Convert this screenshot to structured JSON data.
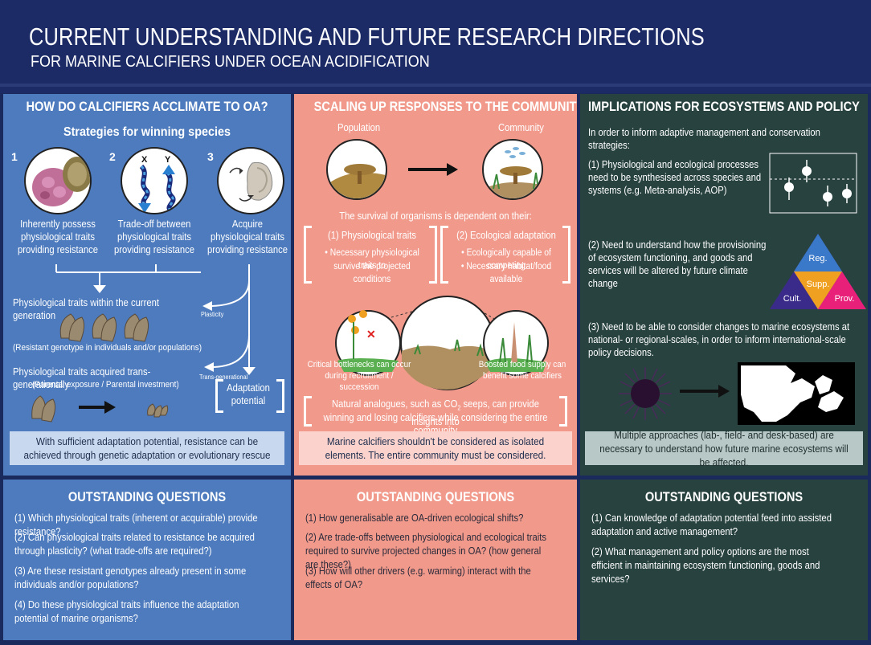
{
  "header": {
    "title": "CURRENT UNDERSTANDING AND FUTURE RESEARCH DIRECTIONS",
    "subtitle": "FOR MARINE CALCIFIERS UNDER OCEAN ACIDIFICATION"
  },
  "panel1": {
    "title": "HOW DO CALCIFIERS ACCLIMATE TO OA?",
    "strategies_title": "Strategies for winning species",
    "strategies": [
      {
        "num": "1",
        "text": "Inherently possess physiological traits providing resistance"
      },
      {
        "num": "2",
        "text": "Trade-off between physiological traits providing resistance"
      },
      {
        "num": "3",
        "text": "Acquire physiological traits providing resistance"
      }
    ],
    "gene_x": "X",
    "gene_y": "Y",
    "current_gen": "Physiological traits within the current generation",
    "plasticity": "Plasticity",
    "resistant_note": "(Resistant genotype in individuals and/or populations)",
    "trans_gen": "Physiological traits acquired trans-generationally",
    "parental": "(Parental exposure / Parental investment)",
    "trans_label": "Trans-generational",
    "adaptation": "Adaptation potential",
    "bottom": "With sufficient adaptation potential, resistance can be achieved through genetic adaptation or evolutionary rescue"
  },
  "panel2": {
    "title": "SCALING UP RESPONSES TO THE COMMUNITY",
    "population": "Population",
    "community": "Community",
    "survival": "The survival of organisms is dependent on their:",
    "left_box": [
      "(1) Physiological traits",
      "• Necessary physiological traits to",
      "survive the projected conditions"
    ],
    "right_box": [
      "(2) Ecological adaptation",
      "• Ecologically capable of competing",
      "• Necessary habitat/food available"
    ],
    "bottleneck": "Critical bottlenecks can occur during recruitment / succession",
    "food": "Boosted food supply can benefit some calcifiers",
    "analogues_pre": "Natural analogues, such as CO",
    "analogues_sub": "2",
    "analogues_post": " seeps, can provide insights into",
    "analogues_line2": "winning and losing calcifiers while considering the entire community",
    "bottom": "Marine calcifiers shouldn't be considered as isolated elements. The entire community must be considered."
  },
  "panel3": {
    "title": "IMPLICATIONS FOR ECOSYSTEMS AND POLICY",
    "intro": "In order to inform adaptive management and conservation strategies:",
    "item1": "(1) Physiological and ecological processes need to be synthesised across species and systems (e.g. Meta-analysis, AOP)",
    "item2": "(2) Need to understand how the provisioning of ecosystem functioning, and goods and services will be altered by future climate change",
    "item3": "(3) Need to be able to consider changes to marine ecosystems at national- or regional-scales, in order to inform international-scale policy decisions.",
    "triangle": {
      "top": "Reg.",
      "center": "Supp.",
      "left": "Cult.",
      "right": "Prov."
    },
    "bottom": "Multiple approaches (lab-, field- and desk-based) are necessary to understand how future marine ecosystems will be affected."
  },
  "questions1": {
    "title": "OUTSTANDING QUESTIONS",
    "items": [
      "(1) Which physiological traits (inherent or acquirable) provide resistance?",
      "(2) Can physiological traits related to resistance be acquired through plasticity? (what trade-offs are required?)",
      "(3) Are these resistant genotypes already present in some individuals and/or populations?",
      "(4) Do these physiological traits influence the adaptation potential of marine organisms?"
    ]
  },
  "questions2": {
    "title": "OUTSTANDING QUESTIONS",
    "items": [
      "(1) How generalisable are OA-driven ecological shifts?",
      "(2) Are trade-offs between physiological and ecological traits required to survive projected changes in OA? (how general are these?)",
      "(3) How will other drivers (e.g. warming) interact with the effects of OA?"
    ]
  },
  "questions3": {
    "title": "OUTSTANDING QUESTIONS",
    "items": [
      "(1) Can knowledge of adaptation potential feed into assisted adaptation and active management?",
      "(2) What management and policy options are the most efficient in maintaining ecosystem functioning, goods and services?"
    ]
  },
  "colors": {
    "header": "#1c2b66",
    "blue_panel": "#4d7bbd",
    "salmon_panel": "#f19a8c",
    "green_panel": "#27423f",
    "reg": "#3a78c9",
    "supp": "#f0a020",
    "cult": "#3a2a8a",
    "prov": "#e8207a"
  }
}
